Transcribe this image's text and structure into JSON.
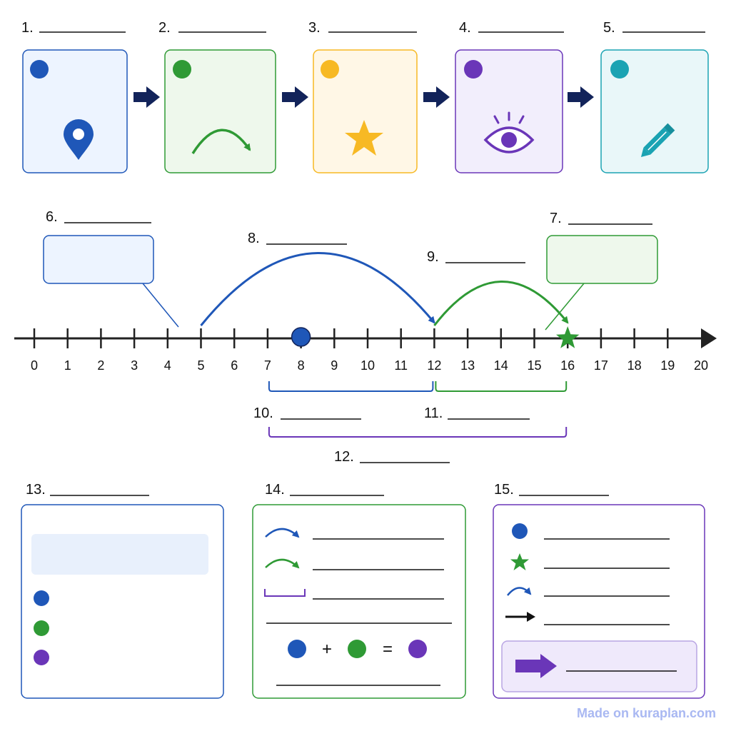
{
  "colors": {
    "blue": "#1f57b8",
    "green": "#2f9a35",
    "yellow": "#f7b924",
    "purple": "#6a36b8",
    "teal": "#1ba3b3",
    "navy": "#12235a"
  },
  "steps": [
    {
      "label": "1.",
      "icon": "map-pin-icon",
      "color": "blue"
    },
    {
      "label": "2.",
      "icon": "curved-arrow-icon",
      "color": "green"
    },
    {
      "label": "3.",
      "icon": "star-icon",
      "color": "yellow"
    },
    {
      "label": "4.",
      "icon": "eye-icon",
      "color": "purple"
    },
    {
      "label": "5.",
      "icon": "pencil-icon",
      "color": "teal"
    }
  ],
  "number_line": {
    "min": 0,
    "max": 20,
    "tick_labels": [
      "0",
      "1",
      "2",
      "3",
      "4",
      "5",
      "6",
      "7",
      "8",
      "9",
      "10",
      "11",
      "12",
      "13",
      "14",
      "15",
      "16",
      "17",
      "18",
      "19",
      "20"
    ],
    "dot_at": 8,
    "star_at": 16,
    "jump_blue": {
      "from": 5,
      "to": 12
    },
    "jump_green": {
      "from": 12,
      "to": 16
    },
    "bracket_blue": {
      "from": 7,
      "to": 12
    },
    "bracket_green": {
      "from": 12,
      "to": 16
    },
    "bracket_purple": {
      "from": 7,
      "to": 16
    }
  },
  "labels": {
    "n6": "6.",
    "n7": "7.",
    "n8": "8.",
    "n9": "9.",
    "n10": "10.",
    "n11": "11.",
    "n12": "12.",
    "n13": "13.",
    "n14": "14.",
    "n15": "15."
  },
  "equation": {
    "plus": "+",
    "equals": "="
  },
  "watermark": "Made on kuraplan.com"
}
